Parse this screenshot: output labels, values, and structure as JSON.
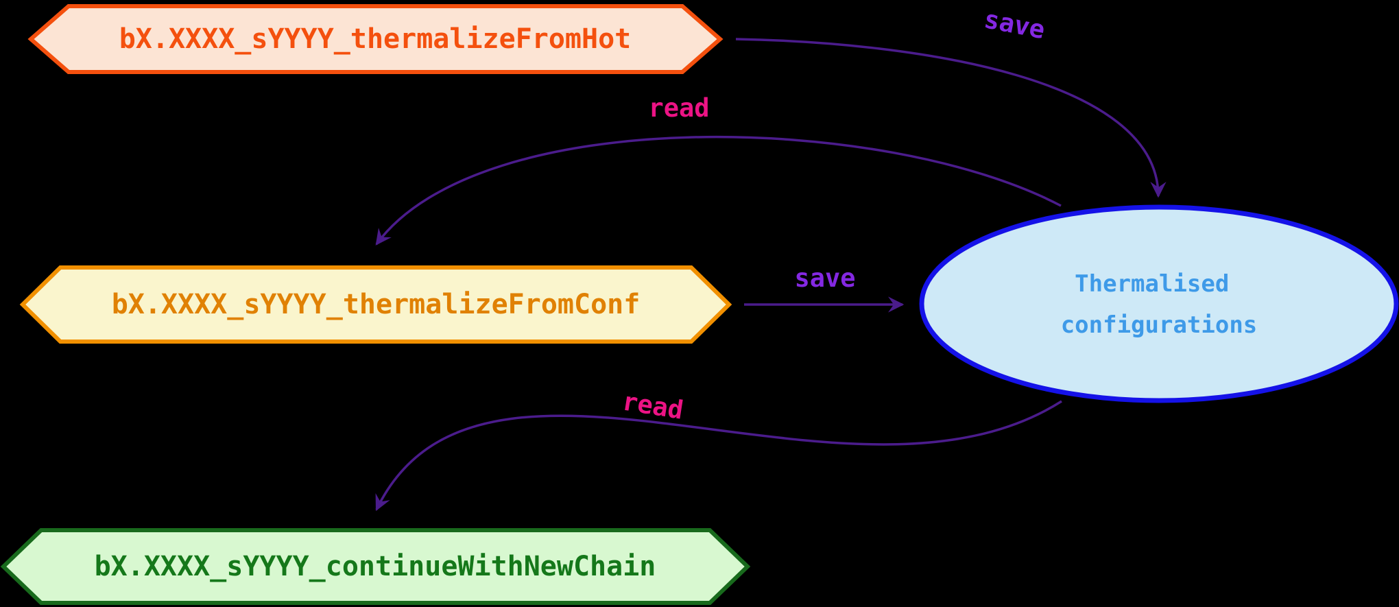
{
  "background_color": "#000000",
  "arrow_color": "#4b1c8c",
  "nodes": {
    "hot": {
      "label": "bX.XXXX_sYYYY_thermalizeFromHot",
      "shape": "hexagon",
      "border_color": "#f4500e",
      "fill_color": "#fce4d4",
      "text_color": "#f4500e"
    },
    "conf": {
      "label": "bX.XXXX_sYYYY_thermalizeFromConf",
      "shape": "hexagon",
      "border_color": "#f19000",
      "fill_color": "#faf5cd",
      "text_color": "#e08104"
    },
    "newchain": {
      "label": "bX.XXXX_sYYYY_continueWithNewChain",
      "shape": "hexagon",
      "border_color": "#186a1c",
      "fill_color": "#d8f8d0",
      "text_color": "#15781a"
    },
    "storage": {
      "label_line1": "Thermalised",
      "label_line2": "configurations",
      "shape": "ellipse",
      "border_color": "#1512e8",
      "fill_color": "#cee9f7",
      "text_color": "#3e9ae8"
    }
  },
  "edges": {
    "save_hot_to_storage": {
      "label": "save",
      "type": "curved",
      "line_color": "#4b1c8c",
      "label_color": "#8428e2"
    },
    "read_storage_to_conf": {
      "label": "read",
      "type": "curved",
      "line_color": "#4b1c8c",
      "label_color": "#ec1385"
    },
    "save_conf_to_storage": {
      "label": "save",
      "type": "straight",
      "line_color": "#4b1c8c",
      "label_color": "#8428e2"
    },
    "read_storage_to_newchain": {
      "label": "read",
      "type": "curved",
      "line_color": "#4b1c8c",
      "label_color": "#ec1385"
    }
  }
}
